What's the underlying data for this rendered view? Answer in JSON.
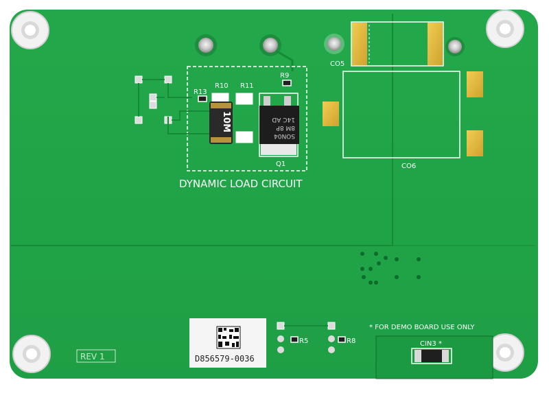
{
  "board": {
    "circuit_label": "DYNAMIC LOAD CIRCUIT",
    "demo_note": "* FOR DEMO BOARD USE ONLY",
    "revision": "REV 1",
    "serial": "D856579-0036",
    "colors": {
      "board": "#22a84a",
      "board_dark": "#17893a",
      "silkscreen": "#ffffff",
      "pad_gold": "#e2b93b"
    }
  },
  "components": {
    "r13": "R13",
    "r10": "R10",
    "r11": "R11",
    "r9": "R9",
    "q1": "Q1",
    "r5": "R5",
    "r8": "R8",
    "co5": "CO5",
    "co6": "CO6",
    "cin3": "CIN3 *",
    "resistor_marking": "10M",
    "mosfet_marking_1": "SON04",
    "mosfet_marking_2": "8M   8P",
    "mosfet_marking_3": "14C   AD"
  }
}
